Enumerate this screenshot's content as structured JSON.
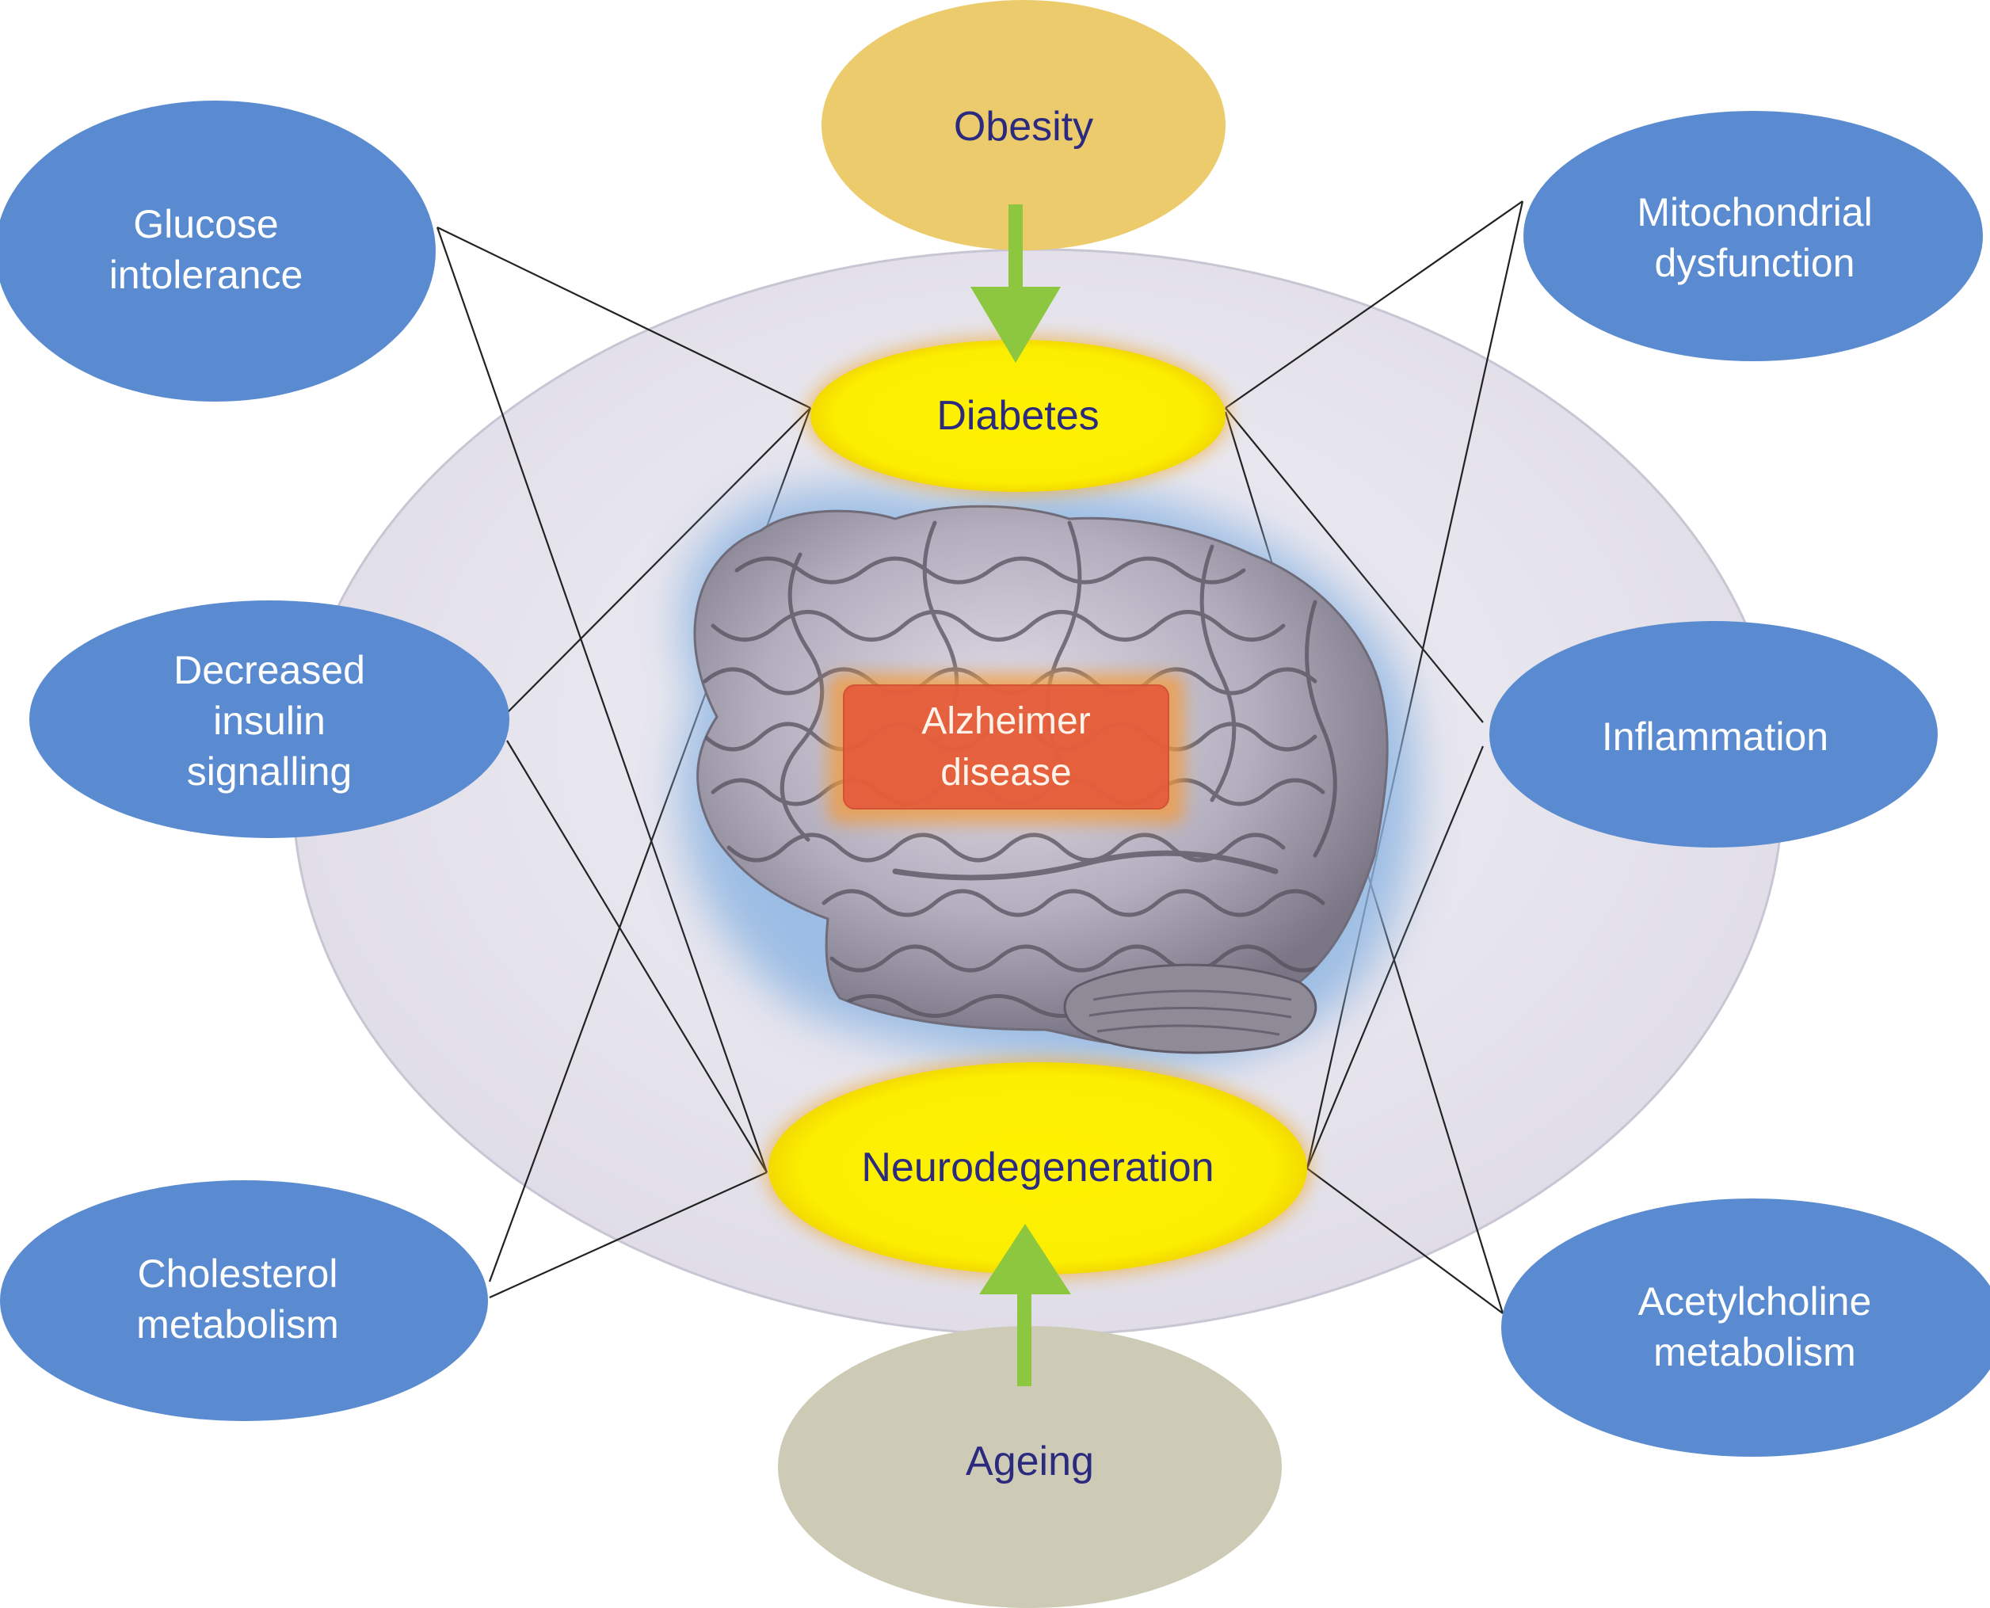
{
  "center": {
    "label": "Alzheimer\ndisease"
  },
  "hubs": {
    "top": {
      "label": "Diabetes"
    },
    "bottom": {
      "label": "Neurodegeneration"
    }
  },
  "drivers": {
    "top": {
      "label": "Obesity"
    },
    "bottom": {
      "label": "Ageing"
    }
  },
  "factors": {
    "glucose": {
      "label": "Glucose\nintolerance"
    },
    "insulin": {
      "label": "Decreased\ninsulin\nsignalling"
    },
    "cholesterol": {
      "label": "Cholesterol\nmetabolism"
    },
    "mitochondrial": {
      "label": "Mitochondrial\ndysfunction"
    },
    "inflammation": {
      "label": "Inflammation"
    },
    "acetylcholine": {
      "label": "Acetylcholine\nmetabolism"
    }
  },
  "colors": {
    "factor_fill": "#5a8bd0",
    "obesity_fill": "#ebcb6c",
    "ageing_fill": "#cdcbb5",
    "hub_fill": "#fff200",
    "arrow": "#8dc63f",
    "outer_disc": "#e8e6ee",
    "center_box": "#e5583a",
    "label_navy": "#2b2a7f"
  }
}
